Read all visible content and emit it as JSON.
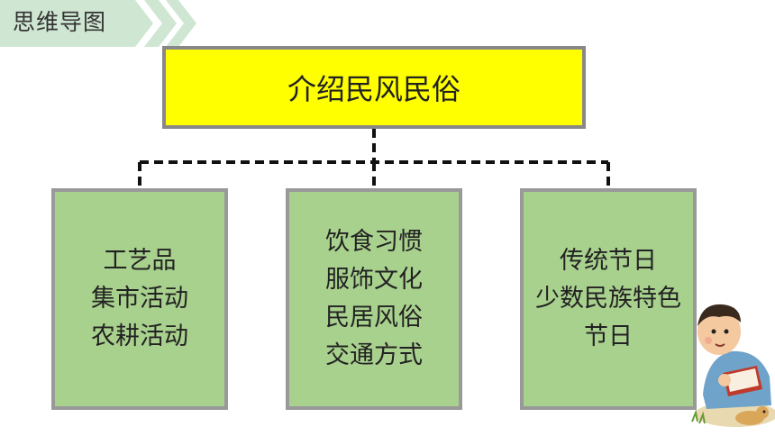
{
  "header": {
    "title": "思维导图",
    "tab_color": "#cfe6d2",
    "chevron_color": "#cfe6d2"
  },
  "mindmap": {
    "root": {
      "label": "介绍民风民俗",
      "fill": "#ffff00"
    },
    "branch_fill": "#a9d18e",
    "branches": [
      {
        "lines": [
          "工艺品",
          "集市活动",
          "农耕活动"
        ]
      },
      {
        "lines": [
          "饮食习惯",
          "服饰文化",
          "民居风俗",
          "交通方式"
        ]
      },
      {
        "lines": [
          "传统节日",
          "少数民族特色",
          "节日"
        ]
      }
    ]
  },
  "decoration": {
    "icon": "reading-child-illustration"
  }
}
